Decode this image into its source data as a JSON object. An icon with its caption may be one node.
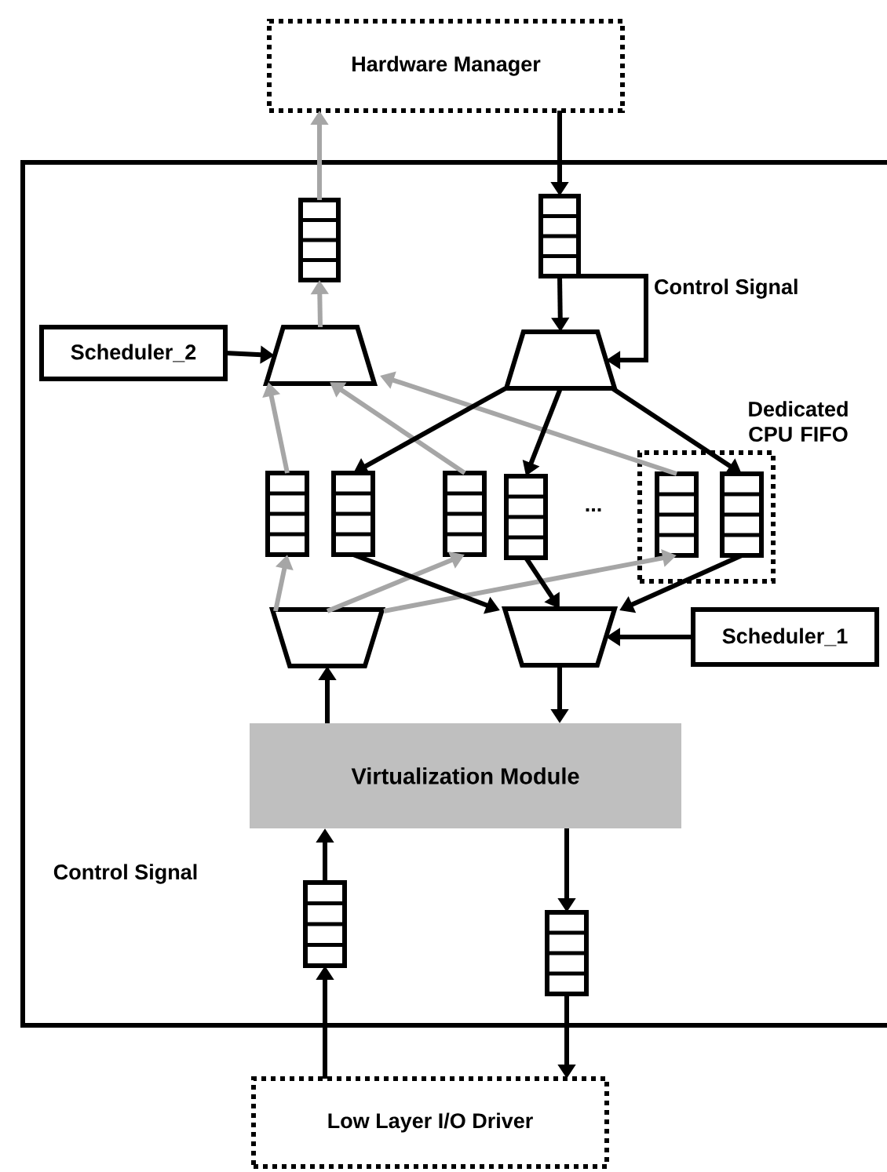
{
  "diagram": {
    "nodes": [
      {
        "text": [
          "Hardware Manager"
        ]
      },
      {
        "text": [],
        "shape": "box"
      },
      {
        "text": [],
        "shape": "box",
        "in": 1
      },
      {
        "text": [],
        "shape": "box",
        "in": 1
      },
      {
        "text": [
          "Scheduler_2"
        ],
        "in": 1
      },
      {
        "text": [],
        "shape": "trapezoid",
        "in": 1
      },
      {
        "text": [],
        "shape": "trapezoid",
        "in": 1
      },
      {
        "text": [
          "Dedicated CPU FIFO"
        ],
        "in": 1
      },
      {
        "text": [],
        "shape": "box",
        "in": 1
      },
      {
        "text": [],
        "shape": "box",
        "in": 1
      },
      {
        "text": [],
        "shape": "box",
        "in": 1
      },
      {
        "text": [],
        "shape": "box",
        "in": 1
      },
      {
        "text": [],
        "shape": "box",
        "in": 7
      },
      {
        "text": [],
        "shape": "box",
        "in": 7
      },
      {
        "text": [],
        "shape": "trapezoid",
        "in": 1
      },
      {
        "text": [],
        "shape": "trapezoid",
        "in": 1
      },
      {
        "text": [
          "Scheduler_1"
        ],
        "in": 1
      },
      {
        "text": [
          "Virtualization Module"
        ],
        "in": 1
      },
      {
        "text": [],
        "shape": "box",
        "in": 1
      },
      {
        "text": [],
        "shape": "box",
        "in": 1
      },
      {
        "text": [
          "Low Layer I/O Driver"
        ]
      }
    ],
    "edges": [
      {
        "from": 2,
        "to": 0,
        "arrow": "to",
        "color": "#a6a6a6"
      },
      {
        "from": 5,
        "to": 2,
        "arrow": "to",
        "color": "#a6a6a6"
      },
      {
        "from": 8,
        "to": 5,
        "arrow": "to",
        "color": "#a6a6a6"
      },
      {
        "from": 10,
        "to": 5,
        "arrow": "to",
        "color": "#a6a6a6"
      },
      {
        "from": 12,
        "to": 5,
        "arrow": "to",
        "color": "#a6a6a6"
      },
      {
        "from": 14,
        "to": 8,
        "arrow": "to",
        "color": "#a6a6a6"
      },
      {
        "from": 14,
        "to": 10,
        "arrow": "to",
        "color": "#a6a6a6"
      },
      {
        "from": 14,
        "to": 12,
        "arrow": "to",
        "color": "#a6a6a6"
      },
      {
        "from": 0,
        "to": 3,
        "arrow": "to"
      },
      {
        "from": 3,
        "to": 6,
        "arrow": "to"
      },
      {
        "from": 3,
        "to": 6,
        "arrow": "to",
        "label": "Control Signal"
      },
      {
        "from": 4,
        "to": 5,
        "arrow": "to"
      },
      {
        "from": 6,
        "to": 9,
        "arrow": "to"
      },
      {
        "from": 6,
        "to": 11,
        "arrow": "to"
      },
      {
        "from": 6,
        "to": 13,
        "arrow": "to"
      },
      {
        "from": 9,
        "to": 15,
        "arrow": "to"
      },
      {
        "from": 11,
        "to": 15,
        "arrow": "to"
      },
      {
        "from": 13,
        "to": 15,
        "arrow": "to"
      },
      {
        "from": 16,
        "to": 15,
        "arrow": "to"
      },
      {
        "from": 15,
        "to": 17,
        "arrow": "to"
      },
      {
        "from": 17,
        "to": 14,
        "arrow": "to"
      },
      {
        "from": 18,
        "to": 17,
        "arrow": "to"
      },
      {
        "from": 20,
        "to": 18,
        "arrow": "to"
      },
      {
        "from": 17,
        "to": 19,
        "arrow": "to"
      },
      {
        "from": 19,
        "to": 20,
        "arrow": "to"
      }
    ],
    "labels": [
      "...",
      "Control Signal"
    ]
  }
}
